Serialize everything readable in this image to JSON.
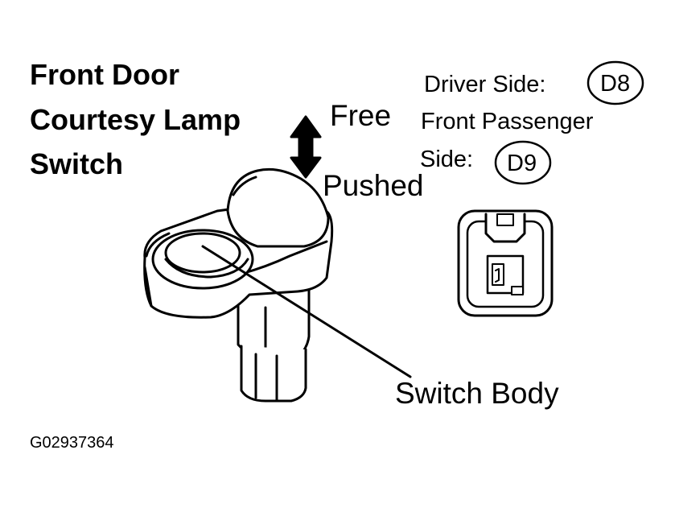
{
  "title_lines": [
    "Front Door",
    "Courtesy Lamp",
    "Switch"
  ],
  "labels": {
    "free": "Free",
    "pushed": "Pushed",
    "switch_body": "Switch Body",
    "driver_side": "Driver Side:",
    "driver_code": "D8",
    "passenger_line1": "Front Passenger",
    "passenger_line2": "Side:",
    "passenger_code": "D9"
  },
  "figure_code": "G02937364"
}
